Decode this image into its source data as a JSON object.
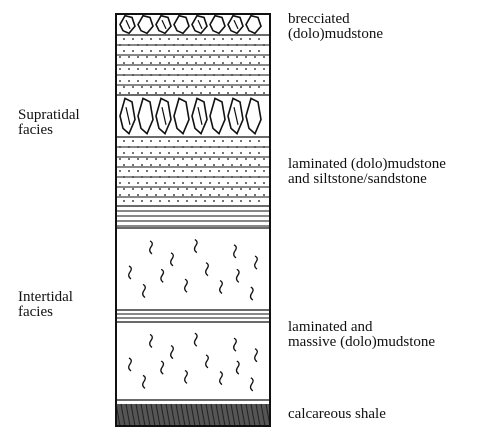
{
  "facies_labels": {
    "supratidal": [
      "Supratidal",
      "facies"
    ],
    "intertidal": [
      "Intertidal",
      "facies"
    ]
  },
  "lithology_labels": {
    "brecciated": [
      "brecciated",
      "(dolo)mudstone"
    ],
    "laminated_silt": [
      "laminated (dolo)mudstone",
      "and siltstone/sandstone"
    ],
    "laminated_massive": [
      "laminated and",
      "massive (dolo)mudstone"
    ],
    "shale": [
      "calcareous shale"
    ]
  },
  "colors": {
    "ink": "#111111",
    "paper": "#ffffff"
  }
}
